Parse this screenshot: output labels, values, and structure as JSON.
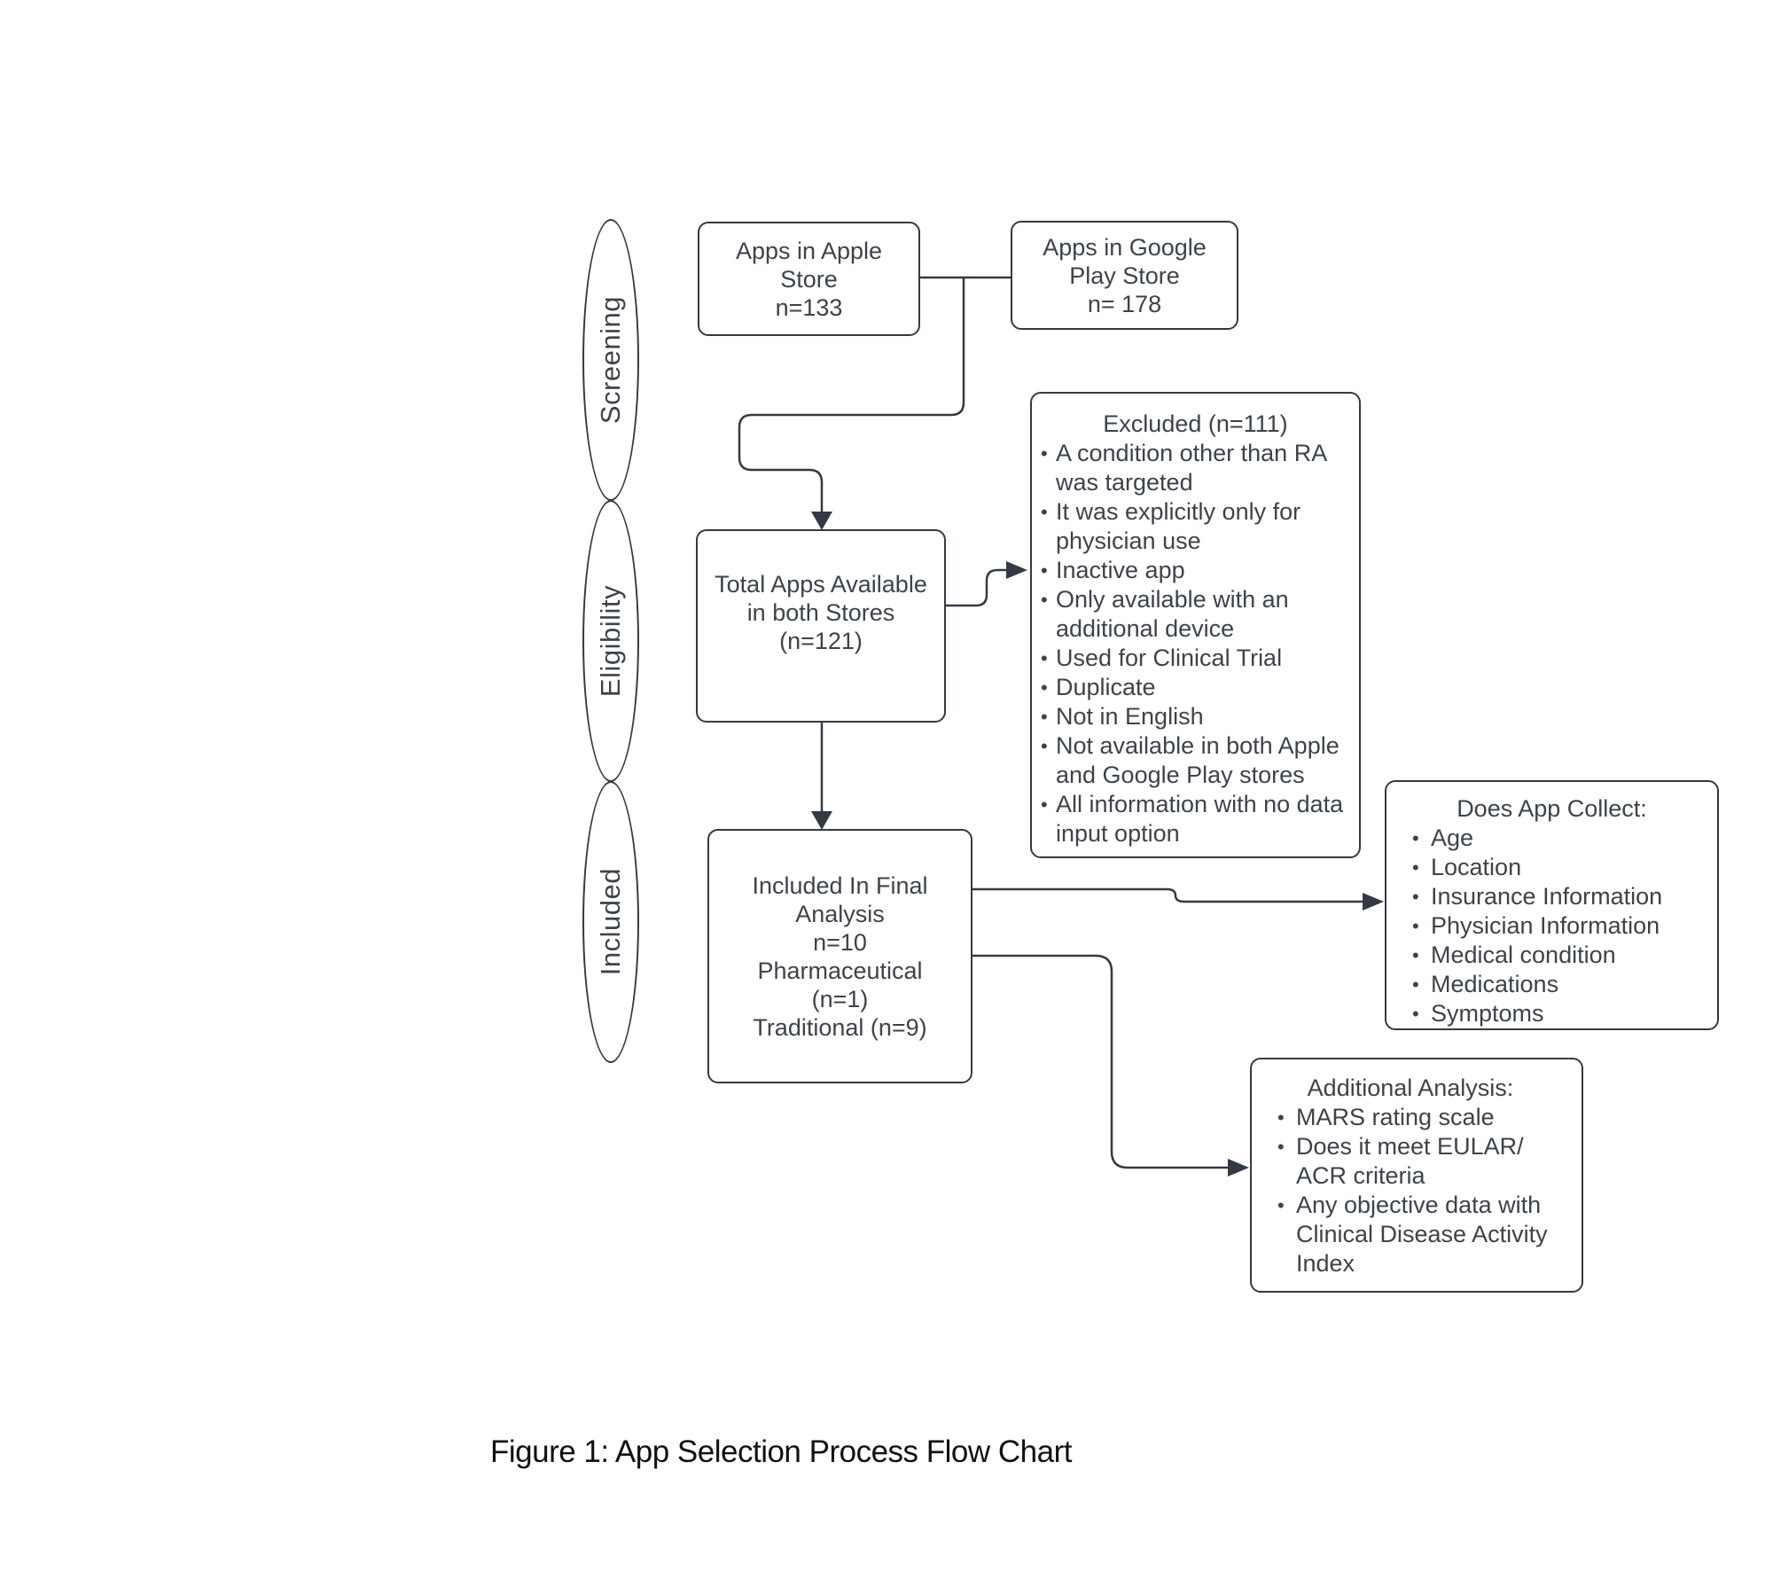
{
  "figure": {
    "caption": "Figure 1: App Selection Process Flow Chart"
  },
  "stages": [
    {
      "label": "Screening"
    },
    {
      "label": "Eligibility"
    },
    {
      "label": "Included"
    }
  ],
  "boxes": {
    "apple": {
      "text": "Apps in Apple\nStore\nn=133"
    },
    "google": {
      "text": "Apps in Google\nPlay Store\nn= 178"
    },
    "total": {
      "text": "Total Apps Available\nin both Stores\n(n=121)"
    },
    "excluded": {
      "title": "Excluded (n=111)",
      "bullets": [
        "A condition other than RA\nwas targeted",
        "It was explicitly only for\nphysician use",
        "Inactive app",
        "Only available with an\nadditional device",
        "Used for Clinical Trial",
        "Duplicate",
        "Not in English",
        "Not available in both Apple\nand Google Play stores",
        "All information with no data\ninput option"
      ]
    },
    "included": {
      "text": "Included In Final\nAnalysis\nn=10\nPharmaceutical\n(n=1)\nTraditional (n=9)"
    },
    "collect": {
      "title": "Does App Collect:",
      "bullets": [
        "Age",
        "Location",
        "Insurance Information",
        "Physician Information",
        "Medical condition",
        "Medications",
        "Symptoms"
      ]
    },
    "additional": {
      "title": "Additional Analysis:",
      "bullets": [
        "MARS rating scale",
        "Does it meet EULAR/\nACR criteria",
        "Any objective data with\nClinical Disease Activity\nIndex"
      ]
    }
  },
  "colors": {
    "stroke": "#333a44",
    "text": "#3d434b",
    "caption": "#111111",
    "background": "#ffffff",
    "box_bg": "#ffffff"
  }
}
